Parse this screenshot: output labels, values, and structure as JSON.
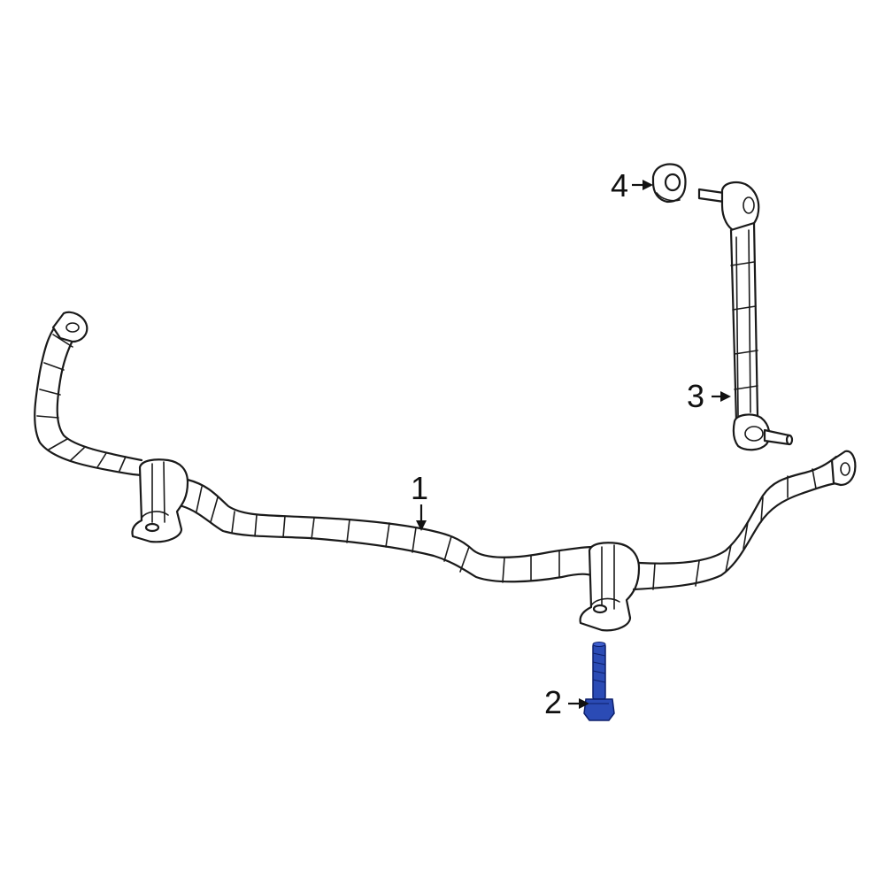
{
  "callouts": {
    "part_1": "1",
    "part_2": "2",
    "part_3": "3",
    "part_4": "4"
  },
  "colors": {
    "line": "#1a1a1a",
    "highlight": "#2b4bb5",
    "highlight_dark": "#0d1f6b",
    "background": "#ffffff"
  }
}
